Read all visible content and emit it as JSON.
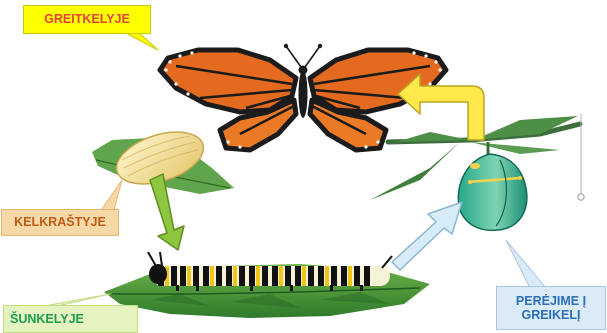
{
  "labels": {
    "butterfly": "GREITKELYJE",
    "egg": "KELKRAŠTYJE",
    "larva": "ŠUNKELYJE",
    "pupa_line1": "PERĖJIME Į",
    "pupa_line2": "GREIKELĮ"
  },
  "colors": {
    "butterfly_label_bg": "#ffff00",
    "butterfly_label_text": "#e0453a",
    "egg_label_bg": "#f7d9a8",
    "egg_label_text": "#c25b16",
    "larva_label_bg": "#e5f3bf",
    "larva_label_text": "#1f9e52",
    "pupa_label_bg": "#dbeaf7",
    "pupa_label_text": "#2a6fb7",
    "arrow_yellow": "#ffe94a",
    "arrow_green": "#8dc63f",
    "arrow_blue": "#d7ecf8"
  },
  "icons": [
    "butterfly-icon",
    "egg-icon",
    "caterpillar-icon",
    "chrysalis-icon"
  ]
}
